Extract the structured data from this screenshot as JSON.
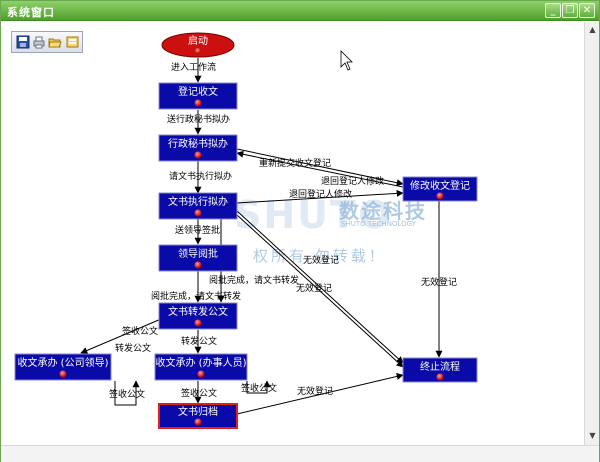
{
  "window": {
    "title": "系统窗口",
    "buttons": [
      {
        "name": "minimize",
        "glyph": "_"
      },
      {
        "name": "restore",
        "glyph": "❐"
      },
      {
        "name": "close",
        "glyph": "✕"
      }
    ]
  },
  "toolbar": {
    "items": [
      {
        "name": "save",
        "icon": "save-icon"
      },
      {
        "name": "print",
        "icon": "print-icon"
      },
      {
        "name": "open",
        "icon": "open-icon"
      },
      {
        "name": "edit",
        "icon": "edit-icon"
      }
    ]
  },
  "watermark": {
    "brand": "SHUTO",
    "cn": "数途科技",
    "en": "SHUTO TECHNOLOGY",
    "line": "权所有 勿转载！"
  },
  "colors": {
    "node_fill": "#0a0aa8",
    "start_fill": "#cc1010",
    "highlight_border": "#e0201c",
    "title_bar": "#5eb038"
  },
  "flow": {
    "nodes": [
      {
        "id": "start",
        "label": "启动"
      },
      {
        "id": "register",
        "label": "登记收文"
      },
      {
        "id": "secretary",
        "label": "行政秘书拟办"
      },
      {
        "id": "executive",
        "label": "文书执行拟办"
      },
      {
        "id": "leader",
        "label": "领导阅批"
      },
      {
        "id": "forward",
        "label": "文书转发公文"
      },
      {
        "id": "company_leader",
        "label": "收文承办 (公司领导)"
      },
      {
        "id": "staff",
        "label": "收文承办 (办事人员)"
      },
      {
        "id": "archive",
        "label": "文书归档"
      },
      {
        "id": "modify",
        "label": "修改收文登记"
      },
      {
        "id": "end",
        "label": "终止流程"
      }
    ],
    "edge_labels": {
      "enter": "进入工作流",
      "to_secretary": "送行政秘书拟办",
      "resubmit": "重新提交收文登记",
      "return_modify_1": "退回登记人修改",
      "return_modify_2": "退回登记人修改",
      "ask_exec": "请文书执行拟办",
      "send_leader": "送领导签批",
      "invalid_1": "无效登记",
      "invalid_2": "无效登记",
      "invalid_3": "无效登记",
      "invalid_4": "无效登记",
      "read_done_1": "阅批完成，请文书转发",
      "read_done_2": "阅批完成，请文书转发",
      "sign_1": "签收公文",
      "forward_1": "转发公文",
      "forward_2": "转发公文",
      "sign_2": "签收公文",
      "sign_3": "签收公文",
      "sign_4": "签收公文"
    }
  }
}
